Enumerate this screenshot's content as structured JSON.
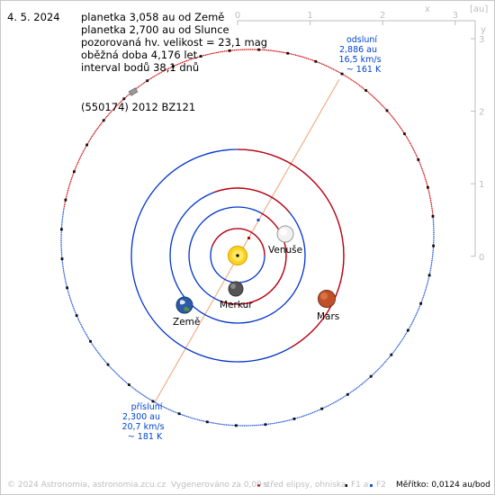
{
  "date": "4. 5. 2024",
  "info_lines": [
    "planetka 3,058 au od Země",
    "planetka 2,700 au od Slunce",
    "pozorovaná hv. velikost = 23,1 mag",
    "oběžná doba 4,176 let",
    "interval bodů 38,1 dnů"
  ],
  "object_name": "(550174) 2012 BZ121",
  "axes": {
    "unit": "[au]",
    "x_corner": "x",
    "y_corner": "y",
    "x_ticks": [
      "0",
      "1",
      "2",
      "3"
    ],
    "y_ticks": [
      "3",
      "2",
      "1",
      "0"
    ]
  },
  "aphelion": {
    "title": "odsluní",
    "dist": "2,886 au",
    "speed": "16,5 km/s",
    "light": "~ 161 K"
  },
  "perihelion": {
    "title": "přísluní",
    "dist": "2,300 au",
    "speed": "20,7 km/s",
    "light": "~ 181 K"
  },
  "planets": {
    "venus": "Venuše",
    "mercury": "Merkur",
    "earth": "Země",
    "mars": "Mars"
  },
  "footer": {
    "copyright": "© 2024 Astronomia, astronomia.zcu.cz",
    "generated": "Vygenerováno za 0,09 s",
    "center_legend": "střed elipsy, ohniska",
    "f1_legend": "F1 a",
    "f2_legend": "F2",
    "scale": "Měřítko: 0,0124 au/bod"
  },
  "colors": {
    "orbit_near": "#cc0000",
    "orbit_far": "#0033cc",
    "asteroid_near": "#cc0000",
    "asteroid_far": "#1a4fd6",
    "apsides_line": "#f0a070",
    "label_blue": "#0044cc",
    "axis": "#bdbdbd"
  }
}
